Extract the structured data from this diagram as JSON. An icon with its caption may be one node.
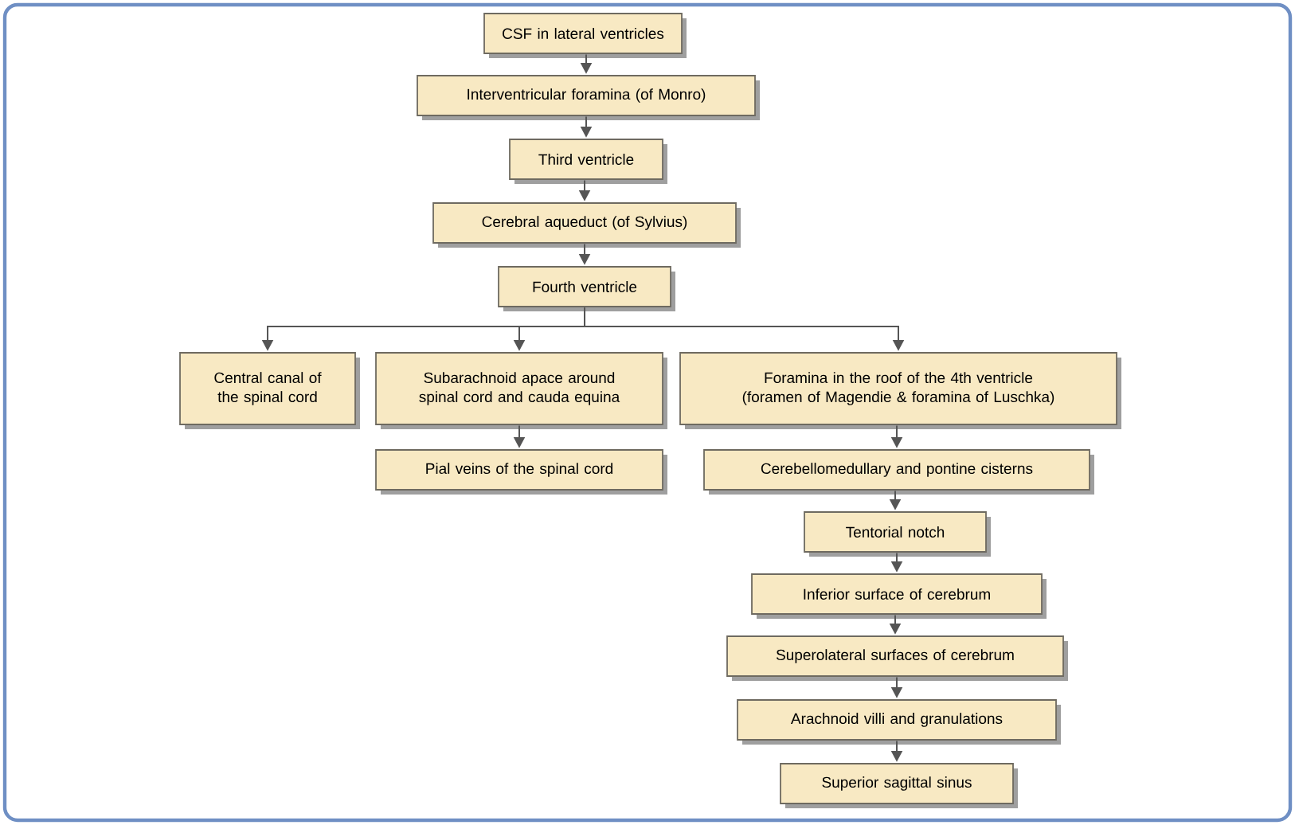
{
  "diagram": {
    "nodes": [
      {
        "text": [
          "CSF in lateral ventricles"
        ]
      },
      {
        "text": [
          "Interventricular foramina (of Monro)"
        ]
      },
      {
        "text": [
          "Third ventricle"
        ]
      },
      {
        "text": [
          "Cerebral aqueduct (of Sylvius)"
        ]
      },
      {
        "text": [
          "Fourth ventricle"
        ]
      },
      {
        "text": [
          "Central canal of the spinal cord"
        ]
      },
      {
        "text": [
          "Subarachnoid apace around spinal cord and cauda equina"
        ]
      },
      {
        "text": [
          "Foramina in the roof of the 4th ventricle (foramen of Magendie & foramina of Luschka)"
        ]
      },
      {
        "text": [
          "Pial veins of the spinal cord"
        ]
      },
      {
        "text": [
          "Cerebellomedullary and pontine cisterns"
        ]
      },
      {
        "text": [
          "Tentorial notch"
        ]
      },
      {
        "text": [
          "Inferior surface of cerebrum"
        ]
      },
      {
        "text": [
          "Superolateral surfaces of cerebrum"
        ]
      },
      {
        "text": [
          "Arachnoid villi and granulations"
        ]
      },
      {
        "text": [
          "Superior sagittal sinus"
        ]
      }
    ],
    "edges": [
      {
        "from": 0,
        "to": 1,
        "arrow": "to"
      },
      {
        "from": 1,
        "to": 2,
        "arrow": "to"
      },
      {
        "from": 2,
        "to": 3,
        "arrow": "to"
      },
      {
        "from": 3,
        "to": 4,
        "arrow": "to"
      },
      {
        "from": 4,
        "to": 5,
        "arrow": "to"
      },
      {
        "from": 4,
        "to": 6,
        "arrow": "to"
      },
      {
        "from": 4,
        "to": 7,
        "arrow": "to"
      },
      {
        "from": 6,
        "to": 8,
        "arrow": "to"
      },
      {
        "from": 7,
        "to": 9,
        "arrow": "to"
      },
      {
        "from": 9,
        "to": 10,
        "arrow": "to"
      },
      {
        "from": 10,
        "to": 11,
        "arrow": "to"
      },
      {
        "from": 11,
        "to": 12,
        "arrow": "to"
      },
      {
        "from": 12,
        "to": 13,
        "arrow": "to"
      },
      {
        "from": 13,
        "to": 14,
        "arrow": "to"
      }
    ]
  }
}
